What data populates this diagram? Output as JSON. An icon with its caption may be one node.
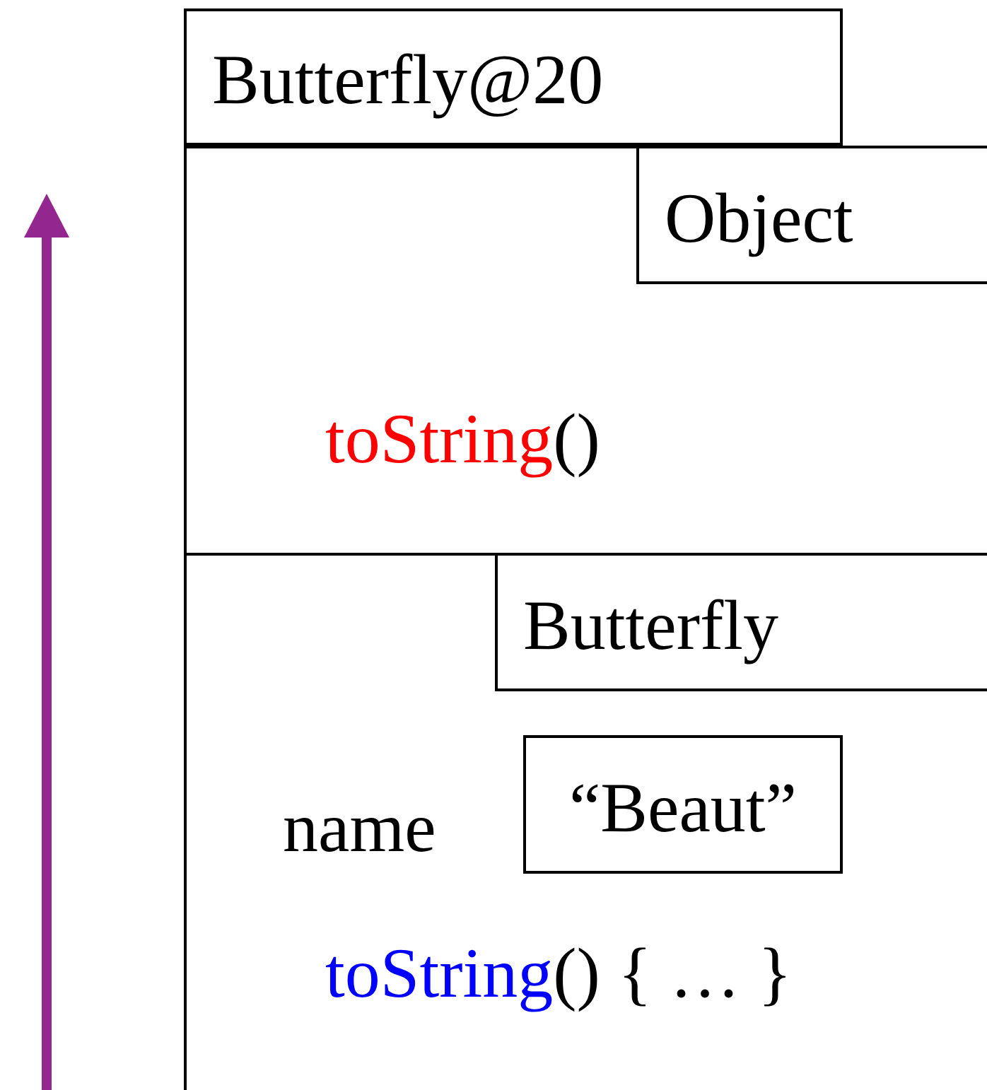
{
  "diagram": {
    "nodes": [
      {
        "text": [
          "Butterfly@20"
        ]
      },
      {
        "text": [
          "Object",
          "toString()"
        ],
        "in": 0
      },
      {
        "text": [
          "Butterfly",
          "toString() { … }"
        ],
        "in": 0
      },
      {
        "text": [
          "“Beaut”"
        ],
        "in": 2,
        "beside": [
          "name"
        ]
      }
    ]
  }
}
